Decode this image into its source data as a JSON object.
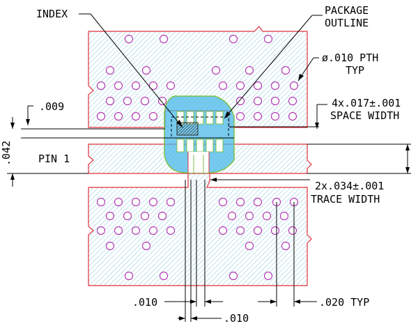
{
  "labels": {
    "index": "INDEX",
    "package_line1": "PACKAGE",
    "package_line2": "OUTLINE",
    "pth_line1": "ø.010 PTH",
    "pth_line2": "TYP",
    "space_line1": "4x.017±.001",
    "space_line2": "SPACE WIDTH",
    "pin1": "PIN 1",
    "dim_009": ".009",
    "dim_042": ".042",
    "trace_line1": "2x.034±.001",
    "trace_line2": "TRACE WIDTH",
    "dim_010_left": ".010",
    "dim_010_bottom": ".010",
    "dim_020": ".020 TYP"
  },
  "colors": {
    "copper_outline": "#e0303a",
    "hatch": "#86c9dc",
    "via": "#b43cb4",
    "pad_fill": "#4ab8e8",
    "package_outline": "#7cc24a",
    "index_mark": "#404040"
  }
}
